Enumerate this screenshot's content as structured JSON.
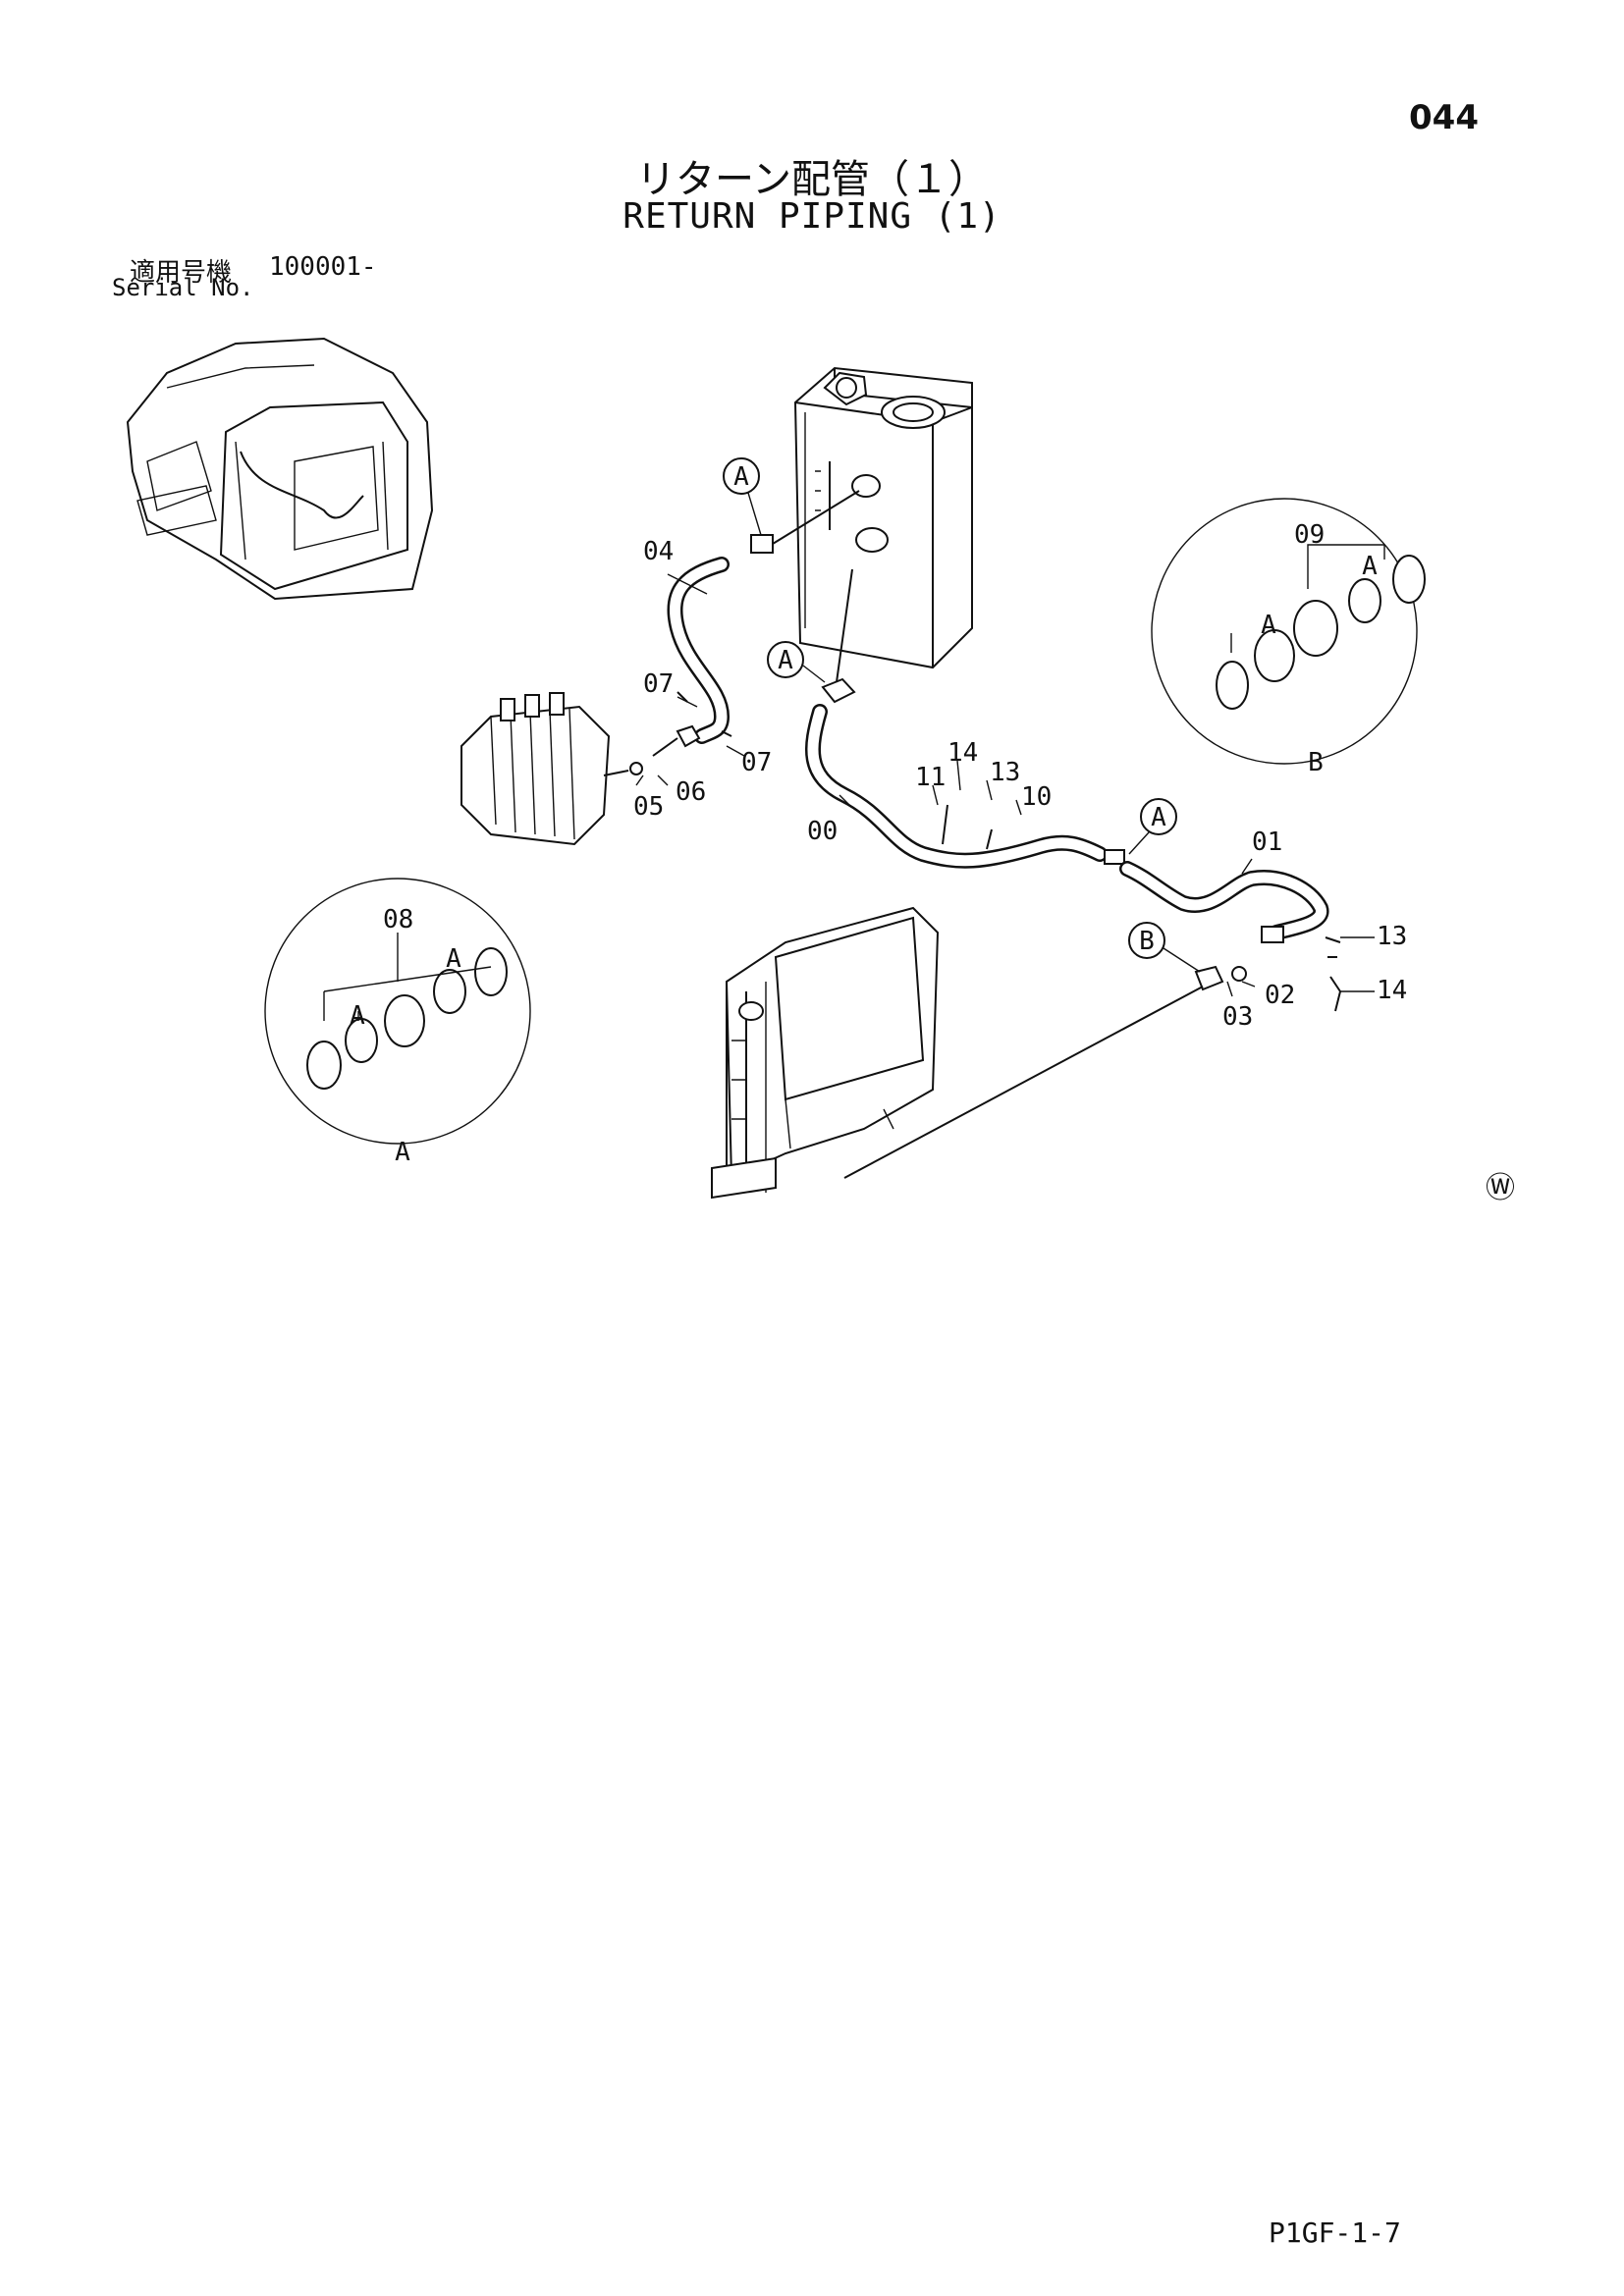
{
  "header": {
    "page_number": "044",
    "title_jp": "リターン配管（１）",
    "title_en": "RETURN PIPING (1)",
    "serial_label_jp": "適用号機",
    "serial_value": "100001-",
    "serial_label_en": "Serial No."
  },
  "callouts": {
    "p00": "00",
    "p01": "01",
    "p02": "02",
    "p03": "03",
    "p04": "04",
    "p05": "05",
    "p06": "06",
    "p07a": "07",
    "p07b": "07",
    "p08": "08",
    "p09": "09",
    "p10": "10",
    "p11": "11",
    "p13a": "13",
    "p14a": "14",
    "p13b": "13",
    "p14b": "14"
  },
  "markers": {
    "circle_a_top": "A",
    "circle_a_mid": "A",
    "circle_a_right": "A",
    "circle_b": "B",
    "detail_b_label": "B",
    "detail_b_a1": "A",
    "detail_b_a2": "A",
    "detail_a_label": "A",
    "detail_a_a1": "A",
    "detail_a_a2": "A"
  },
  "footer": {
    "w_mark": "Ⓦ",
    "drawing_code": "P1GF-1-7"
  }
}
